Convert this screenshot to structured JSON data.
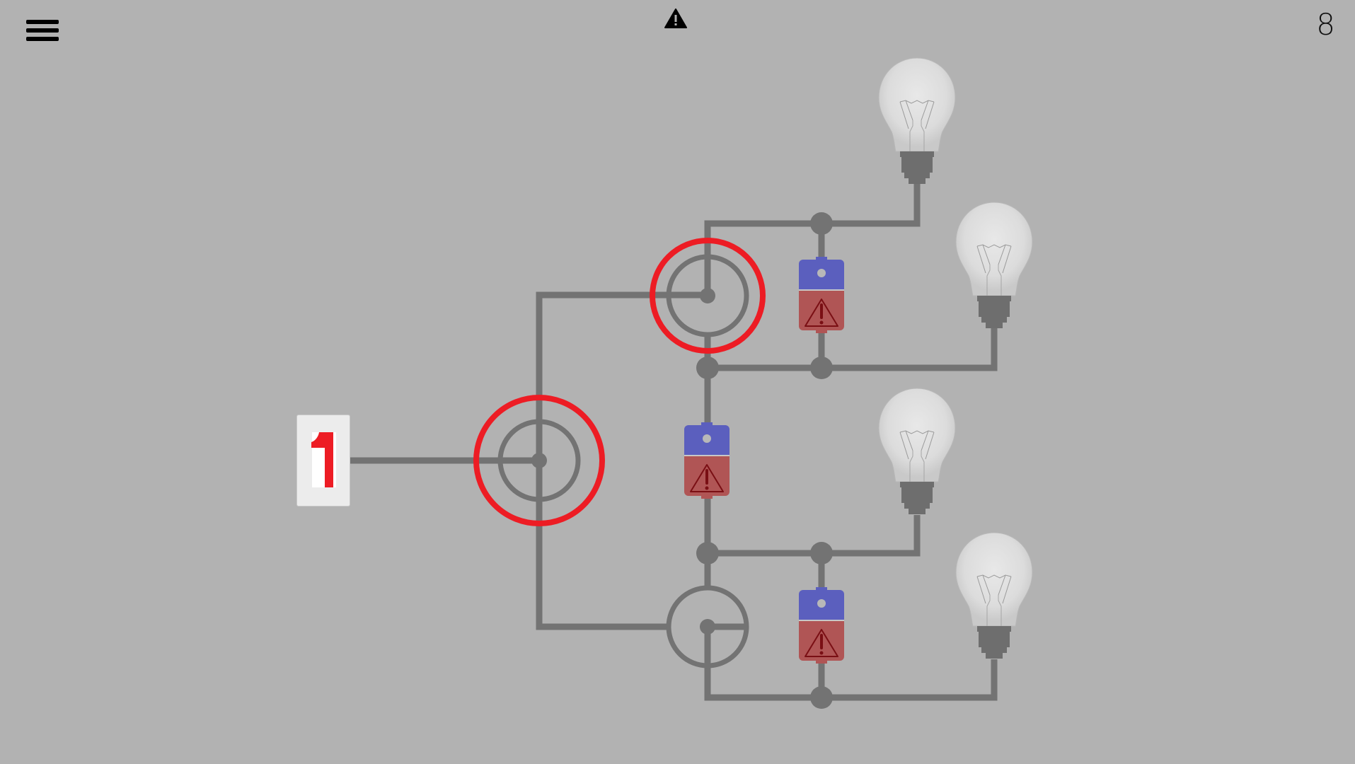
{
  "header": {
    "menu_icon": "hamburger-menu-icon",
    "status_icon": "warning-triangle-icon",
    "level_number": "8"
  },
  "power_source": {
    "label": "1",
    "color": "#ed1c24"
  },
  "colors": {
    "background": "#b2b2b2",
    "wire": "#737373",
    "selected_ring": "#ed1c24",
    "fuse_top": "#5b5fbe",
    "fuse_bottom": "#b05555",
    "fuse_warning": "#7a0f14"
  },
  "switches": [
    {
      "id": "main-switch",
      "selected": true
    },
    {
      "id": "upper-switch",
      "selected": true
    },
    {
      "id": "lower-switch",
      "selected": false
    }
  ],
  "fuses": [
    {
      "id": "fuse-upper",
      "state": "warning"
    },
    {
      "id": "fuse-middle",
      "state": "warning"
    },
    {
      "id": "fuse-lower",
      "state": "warning"
    }
  ],
  "bulbs": [
    {
      "id": "bulb-1",
      "lit": false
    },
    {
      "id": "bulb-2",
      "lit": false
    },
    {
      "id": "bulb-3",
      "lit": false
    },
    {
      "id": "bulb-4",
      "lit": false
    }
  ]
}
